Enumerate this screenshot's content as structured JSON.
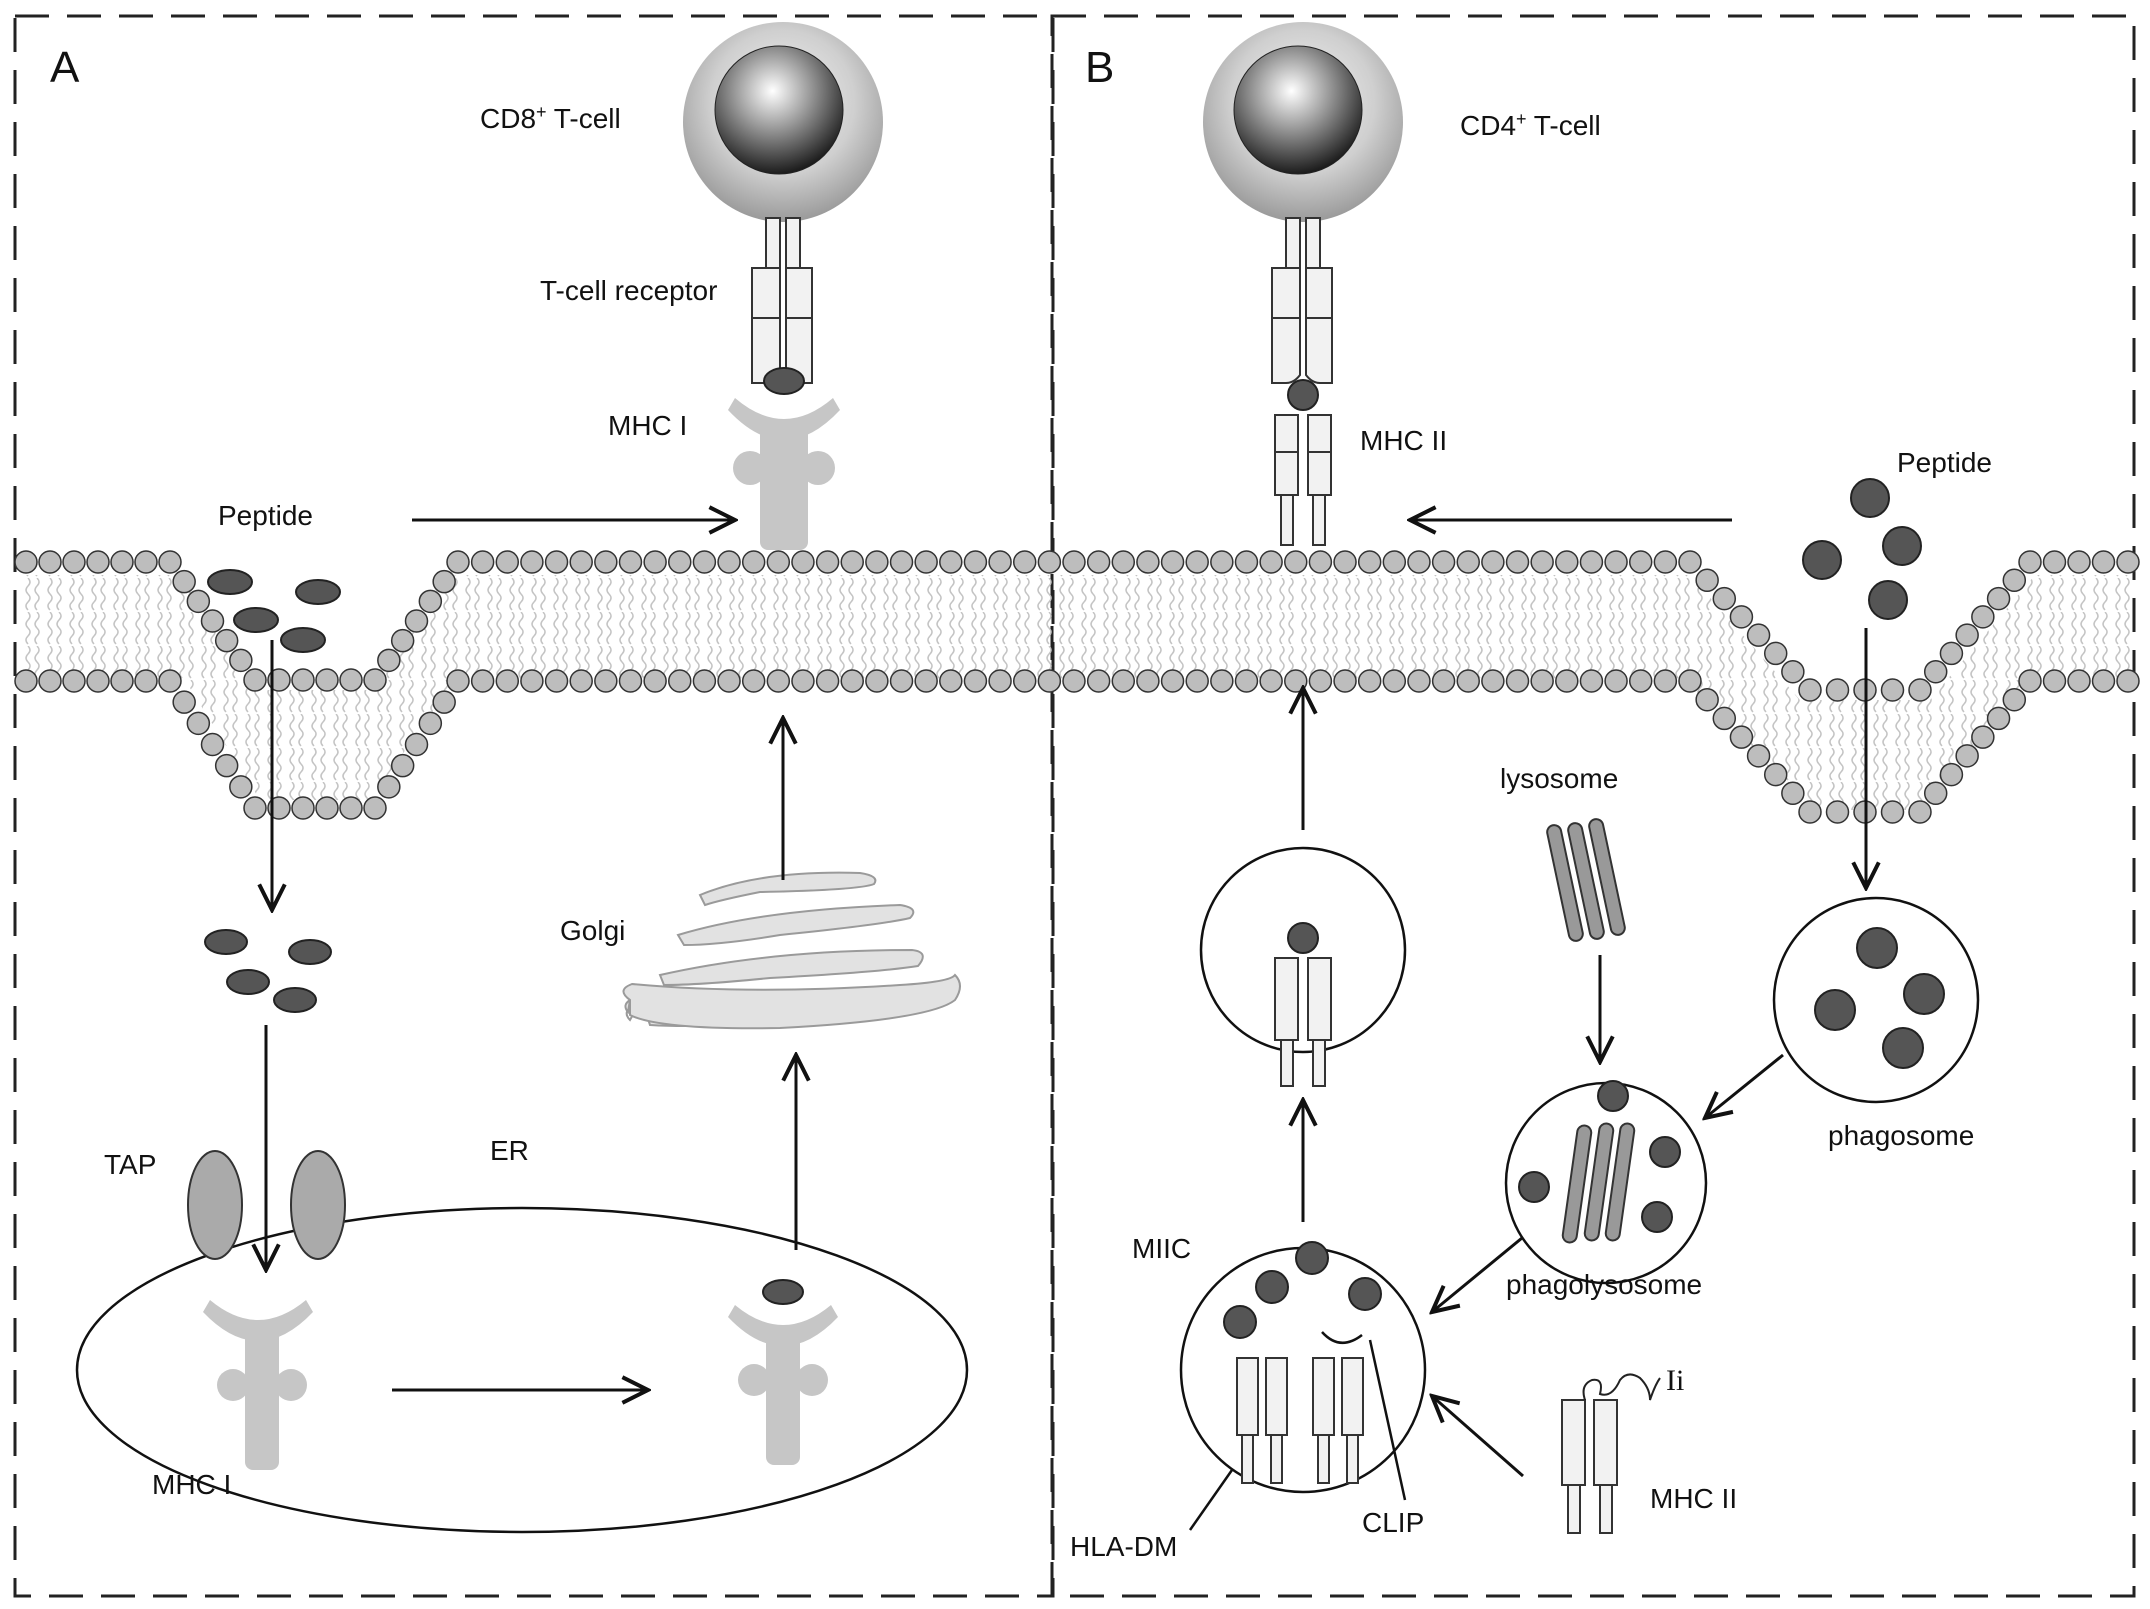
{
  "panels": {
    "a": {
      "letter": "A"
    },
    "b": {
      "letter": "B"
    }
  },
  "labels": {
    "cd8_tcell": "CD8",
    "cd8_sup": "+",
    "cd8_suffix": " T-cell",
    "cd4_tcell": "CD4",
    "cd4_sup": "+",
    "cd4_suffix": " T-cell",
    "tcell_receptor": "T-cell receptor",
    "mhc1_top": "MHC I",
    "mhc1_bottom": "MHC I",
    "mhc2_top": "MHC II",
    "mhc2_bottom": "MHC II",
    "peptide_a": "Peptide",
    "peptide_b": "Peptide",
    "golgi": "Golgi",
    "er": "ER",
    "tap": "TAP",
    "lysosome": "lysosome",
    "phagosome": "phagosome",
    "phagolysosome": "phagolysosome",
    "miic": "MIIC",
    "hla_dm": "HLA-DM",
    "clip": "CLIP",
    "ii": "Ii"
  },
  "colors": {
    "membrane_head": "#bdbdbd",
    "peptide_dark": "#555555",
    "mhc1_gray": "#c8c8c8",
    "tap_gray": "#aaaaaa",
    "golgi_fill": "#e4e4e4",
    "outline": "#222222"
  }
}
